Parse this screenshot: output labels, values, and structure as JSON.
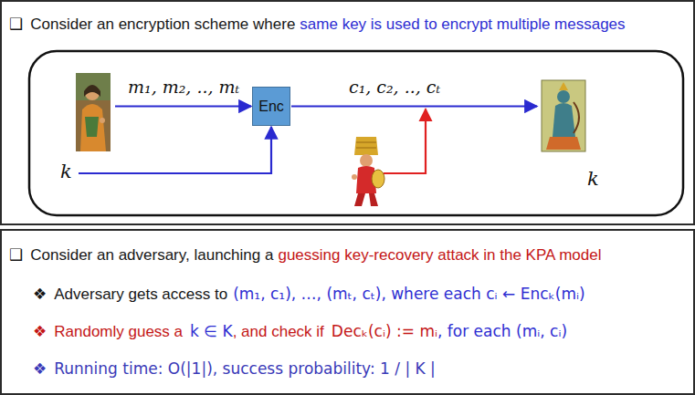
{
  "diagram": {
    "nodes": [
      {
        "text": [
          "❑",
          "Consider an encryption scheme where",
          "same key is used to encrypt multiple messages"
        ]
      },
      {
        "text": [
          "Enc"
        ],
        "in": 0
      },
      {
        "text": [
          "❑",
          "Consider an adversary, launching a",
          "guessing key-recovery attack in the KPA model",
          "❖",
          "Adversary gets access to",
          "(m₁, c₁), …, (mₜ, cₜ), where each cᵢ ← Encₖ(mᵢ)",
          "❖",
          "Randomly guess a",
          "k ∈ K",
          ", and check if",
          "Decₖ(cᵢ) := mᵢ",
          ", for each (mᵢ, cᵢ)",
          "❖",
          "Running time: O(|1|), success probability: 1 / | K |"
        ]
      }
    ],
    "labels": [
      "m₁, m₂, .., mₜ",
      "c₁, c₂, .., cₜ",
      "k",
      "k"
    ]
  }
}
